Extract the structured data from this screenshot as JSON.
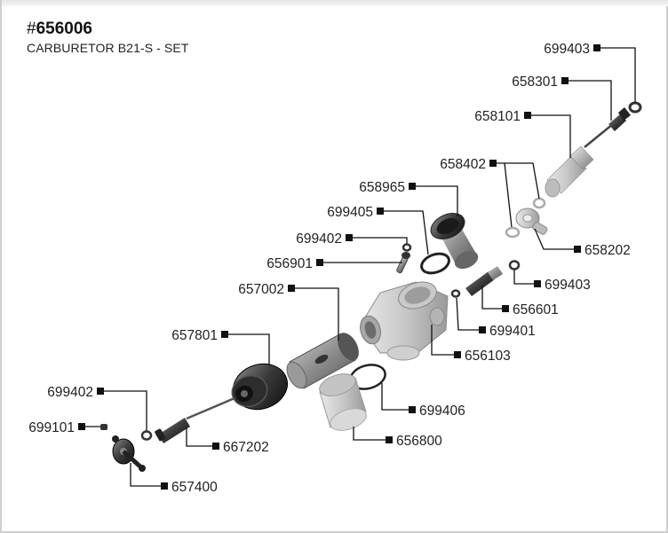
{
  "header": {
    "hash": "#",
    "part_number": "656006",
    "subtitle": "CARBURETOR B21-S - SET"
  },
  "callouts": [
    {
      "id": "c-699403-top",
      "text": "699403"
    },
    {
      "id": "c-658301",
      "text": "658301"
    },
    {
      "id": "c-658101",
      "text": "658101"
    },
    {
      "id": "c-658402",
      "text": "658402"
    },
    {
      "id": "c-658965",
      "text": "658965"
    },
    {
      "id": "c-699405",
      "text": "699405"
    },
    {
      "id": "c-699402-mid",
      "text": "699402"
    },
    {
      "id": "c-656901",
      "text": "656901"
    },
    {
      "id": "c-657002",
      "text": "657002"
    },
    {
      "id": "c-657801",
      "text": "657801"
    },
    {
      "id": "c-699402-bot",
      "text": "699402"
    },
    {
      "id": "c-699101",
      "text": "699101"
    },
    {
      "id": "c-658202",
      "text": "658202"
    },
    {
      "id": "c-699403-mid",
      "text": "699403"
    },
    {
      "id": "c-656601",
      "text": "656601"
    },
    {
      "id": "c-699401",
      "text": "699401"
    },
    {
      "id": "c-656103",
      "text": "656103"
    },
    {
      "id": "c-699406",
      "text": "699406"
    },
    {
      "id": "c-656800",
      "text": "656800"
    },
    {
      "id": "c-667202",
      "text": "667202"
    },
    {
      "id": "c-657400",
      "text": "657400"
    }
  ]
}
